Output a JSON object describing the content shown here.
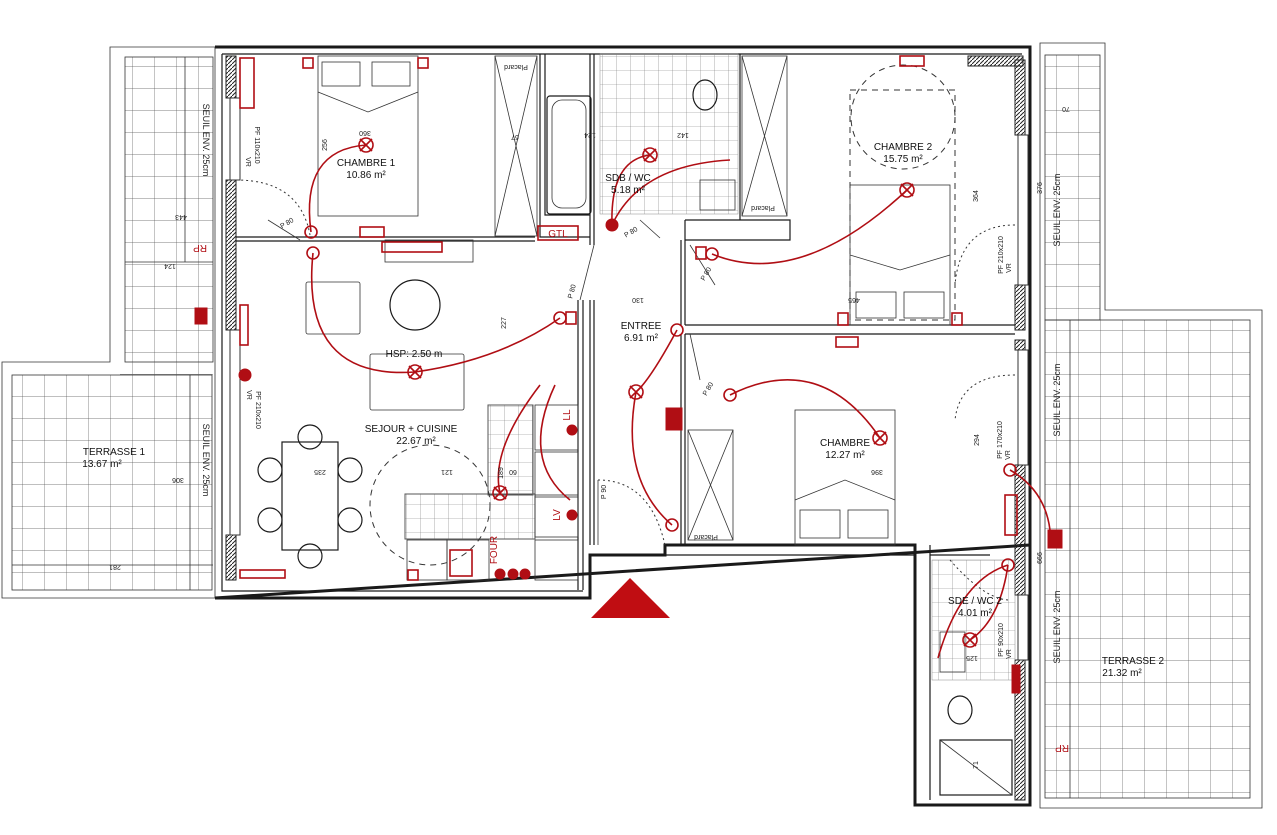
{
  "rooms": [
    {
      "name": "CHAMBRE 1",
      "area": "10.86 m²"
    },
    {
      "name": "SDB / WC",
      "area": "5.18 m²"
    },
    {
      "name": "CHAMBRE 2",
      "area": "15.75 m²"
    },
    {
      "name": "ENTREE",
      "area": "6.91 m²"
    },
    {
      "name": "CHAMBRE",
      "area": "12.27 m²"
    },
    {
      "name": "SEJOUR + CUISINE",
      "area": "22.67 m²"
    },
    {
      "name": "SDE / WC 2",
      "area": "4.01 m²"
    },
    {
      "name": "TERRASSE 1",
      "area": "13.67 m²"
    },
    {
      "name": "TERRASSE 2",
      "area": "21.32 m²"
    }
  ],
  "ceiling_height": "HSP: 2.50 m",
  "threshold_label": "SEUIL ENV. 25cm",
  "windows": [
    {
      "size": "PF 110x210",
      "type": "VR"
    },
    {
      "size": "PF 210x210",
      "type": "VR"
    },
    {
      "size": "PF 210x210",
      "type": "VR"
    },
    {
      "size": "PF 170x210",
      "type": "VR"
    },
    {
      "size": "PF 90x210",
      "type": "VR"
    }
  ],
  "doors": [
    "P 80",
    "P 80",
    "P 80",
    "P 80",
    "P 80",
    "P 90"
  ],
  "placard_label": "Placard",
  "gtl_label": "GTL",
  "four_label": "FOUR",
  "lv_label": "LV",
  "ll_label": "LL",
  "rp_label": "RP",
  "dimensions": [
    "360",
    "256",
    "67",
    "124",
    "142",
    "443",
    "124",
    "227",
    "130",
    "465",
    "364",
    "376",
    "396",
    "294",
    "235",
    "121",
    "189",
    "60",
    "306",
    "281",
    "666",
    "125",
    "71",
    "70"
  ],
  "colors": {
    "electrical": "#b00e14",
    "walls": "#1a1a1a"
  }
}
